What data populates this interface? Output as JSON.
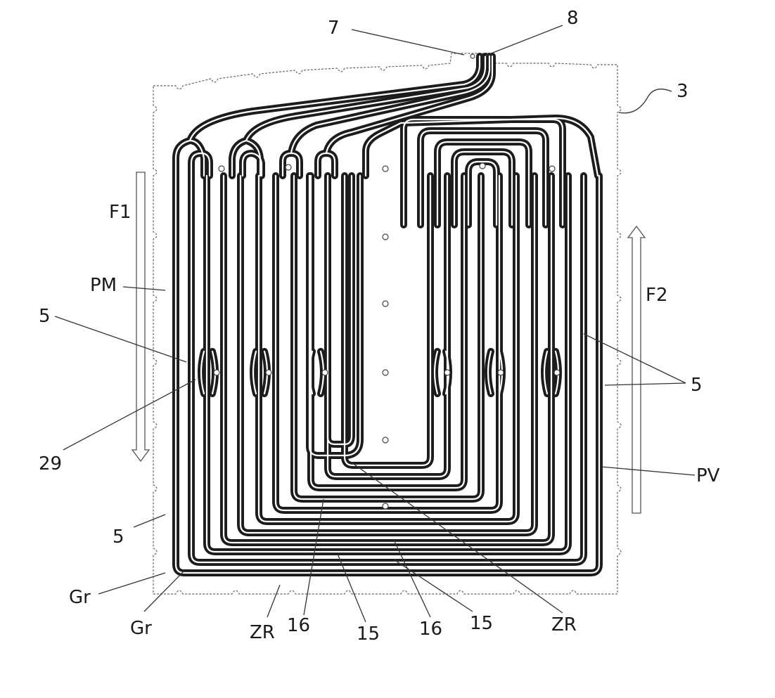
{
  "labels": {
    "l7": "7",
    "l8": "8",
    "l3": "3",
    "lF1": "F1",
    "lPM": "PM",
    "l5_left_upper": "5",
    "l29": "29",
    "l5_left_lower": "5",
    "lGr_a": "Gr",
    "lGr_b": "Gr",
    "lZR_left": "ZR",
    "l16_left": "16",
    "l15_left": "15",
    "l16_right": "16",
    "l15_right": "15",
    "lZR_right": "ZR",
    "lF2": "F2",
    "l5_right": "5",
    "lPV": "PV"
  },
  "colors": {
    "channel": "#1c1c1c",
    "background": "#ffffff"
  }
}
